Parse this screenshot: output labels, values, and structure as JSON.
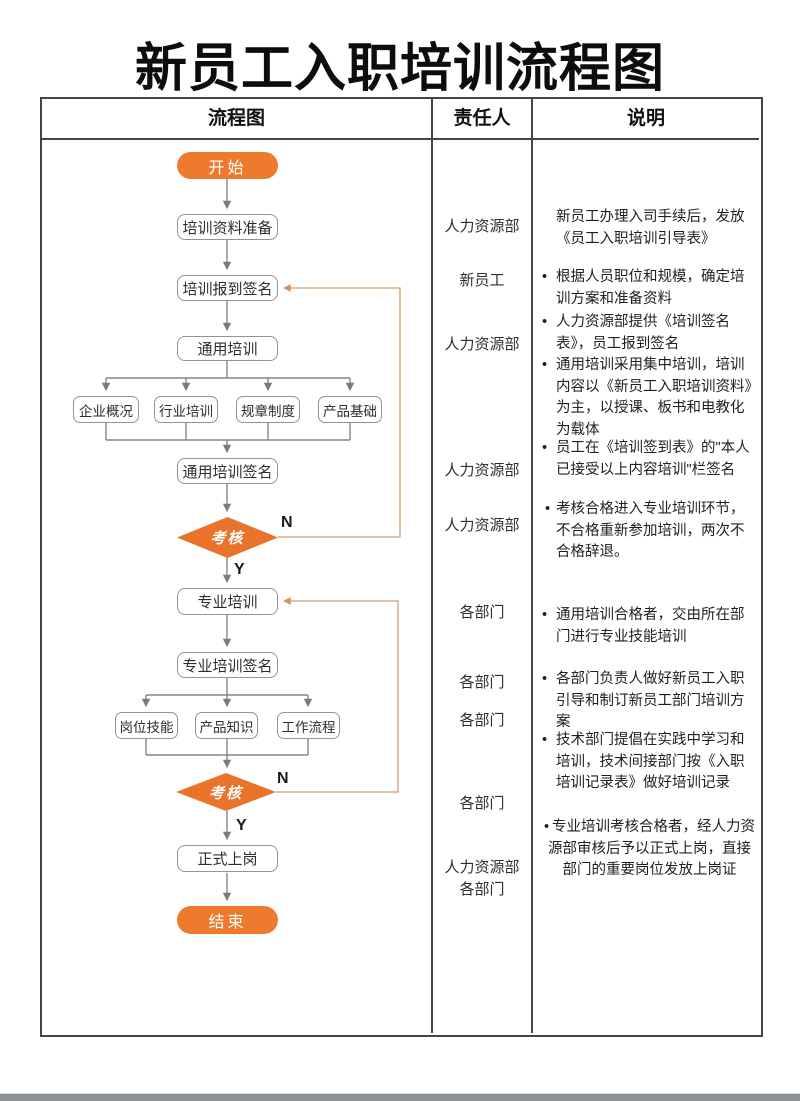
{
  "page": {
    "title": "新员工入职培训流程图"
  },
  "table": {
    "col1": "流程图",
    "col2": "责任人",
    "col3": "说明"
  },
  "flowchart": {
    "start": "开始",
    "end": "结束",
    "steps": {
      "prepare": "培训资料准备",
      "signin": "培训报到签名",
      "general": "通用培训",
      "general_sign": "通用培训签名",
      "special": "专业培训",
      "special_sign": "专业培训签名",
      "onboard": "正式上岗"
    },
    "general_topics": [
      "企业概况",
      "行业培训",
      "规章制度",
      "产品基础"
    ],
    "special_topics": [
      "岗位技能",
      "产品知识",
      "工作流程"
    ],
    "decision": {
      "label": "考核",
      "yes": "Y",
      "no": "N"
    }
  },
  "responsible": {
    "items": [
      "人力资源部",
      "新员工",
      "人力资源部",
      "人力资源部",
      "人力资源部",
      "各部门",
      "各部门",
      "各部门",
      "各部门",
      "人力资源部",
      "各部门"
    ]
  },
  "notes": {
    "bullet": "•",
    "items": [
      {
        "text": "新员工办理入司手续后，发放《员工入职培训引导表》"
      },
      {
        "text": "根据人员职位和规模，确定培训方案和准备资料"
      },
      {
        "text": "人力资源部提供《培训签名表》，员工报到签名"
      },
      {
        "text": "通用培训采用集中培训，培训内容以《新员工入职培训资料》为主，以授课、板书和电教化为载体"
      },
      {
        "text": "员工在《培训签到表》的\"本人已接受以上内容培训\"栏签名"
      },
      {
        "text": "考核合格进入专业培训环节，不合格重新参加培训，两次不合格辞退。"
      },
      {
        "text": "通用培训合格者，交由所在部门进行专业技能培训"
      },
      {
        "text": "各部门负责人做好新员工入职引导和制订新员工部门培训方案"
      },
      {
        "text": "技术部门提倡在实践中学习和培训，技术间接部门按《入职培训记录表》做好培训记录"
      },
      {
        "text": "专业培训考核合格者，经人力资源部审核后予以正式上岗，直接部门的重要岗位发放上岗证"
      }
    ]
  },
  "colors": {
    "accent": "#EE7B2D",
    "loop_line": "#D89A6A"
  }
}
